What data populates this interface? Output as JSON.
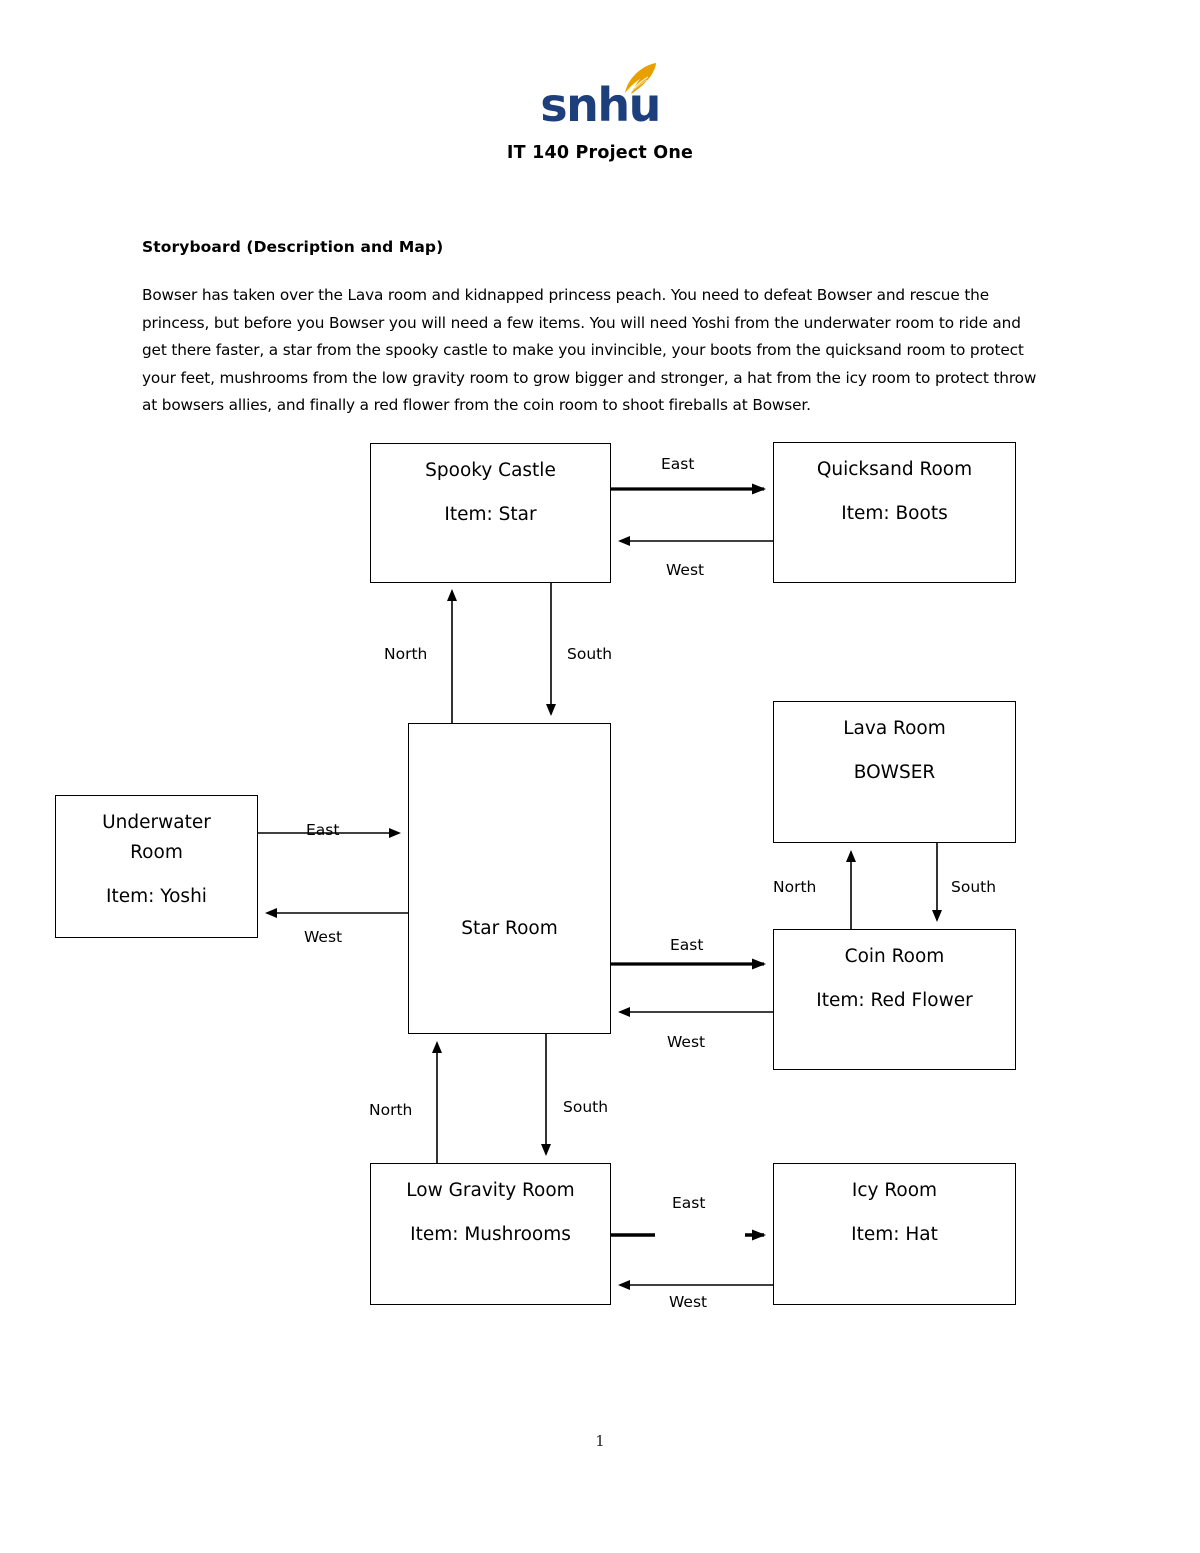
{
  "header": {
    "logo_text": "snhu",
    "logo_icon": "flame-leaf-icon",
    "logo_color": "#1d3f7c",
    "logo_accent_color": "#e8a000",
    "doc_title": "IT 140 Project One"
  },
  "content": {
    "section_heading": "Storyboard (Description and Map)",
    "paragraph": "Bowser has taken over the Lava room and kidnapped princess peach. You need to defeat Bowser and rescue the princess, but before you Bowser you will need a few items. You will need Yoshi from the underwater room to ride and get there faster, a star from the spooky castle to make you invincible, your boots from the quicksand room to protect your feet, mushrooms from the low gravity room to grow bigger and stronger, a hat from the icy room to protect throw at bowsers allies, and finally a red flower from the coin room to shoot fireballs at Bowser."
  },
  "map": {
    "rooms": [
      {
        "id": "spooky-castle",
        "name": "Spooky Castle",
        "item": "Item: Star"
      },
      {
        "id": "quicksand-room",
        "name": "Quicksand Room",
        "item": "Item: Boots"
      },
      {
        "id": "lava-room",
        "name": "Lava Room",
        "item": "BOWSER"
      },
      {
        "id": "underwater-room",
        "name": "Underwater\nRoom",
        "item": "Item: Yoshi"
      },
      {
        "id": "star-room",
        "name": "Star Room",
        "item": ""
      },
      {
        "id": "coin-room",
        "name": "Coin Room",
        "item": "Item: Red Flower"
      },
      {
        "id": "low-gravity-room",
        "name": "Low Gravity Room",
        "item": "Item: Mushrooms"
      },
      {
        "id": "icy-room",
        "name": "Icy Room",
        "item": "Item: Hat"
      }
    ],
    "connections": [
      {
        "id": "spooky-to-quicksand",
        "from": "spooky-castle",
        "to": "quicksand-room",
        "label": "East"
      },
      {
        "id": "quicksand-to-spooky",
        "from": "quicksand-room",
        "to": "spooky-castle",
        "label": "West"
      },
      {
        "id": "starroom-to-spooky",
        "from": "star-room",
        "to": "spooky-castle",
        "label": "North"
      },
      {
        "id": "spooky-to-starroom",
        "from": "spooky-castle",
        "to": "star-room",
        "label": "South"
      },
      {
        "id": "underwater-to-star",
        "from": "underwater-room",
        "to": "star-room",
        "label": "East"
      },
      {
        "id": "star-to-underwater",
        "from": "star-room",
        "to": "underwater-room",
        "label": "West"
      },
      {
        "id": "coin-to-lava",
        "from": "coin-room",
        "to": "lava-room",
        "label": "North"
      },
      {
        "id": "lava-to-coin",
        "from": "lava-room",
        "to": "coin-room",
        "label": "South"
      },
      {
        "id": "star-to-coin",
        "from": "star-room",
        "to": "coin-room",
        "label": "East"
      },
      {
        "id": "coin-to-star",
        "from": "coin-room",
        "to": "star-room",
        "label": "West"
      },
      {
        "id": "lowgrav-to-star",
        "from": "low-gravity-room",
        "to": "star-room",
        "label": "North"
      },
      {
        "id": "star-to-lowgrav",
        "from": "star-room",
        "to": "low-gravity-room",
        "label": "South"
      },
      {
        "id": "lowgrav-to-icy",
        "from": "low-gravity-room",
        "to": "icy-room",
        "label": "East"
      },
      {
        "id": "icy-to-lowgrav",
        "from": "icy-room",
        "to": "low-gravity-room",
        "label": "West"
      }
    ]
  },
  "footer": {
    "page_number": "1"
  }
}
